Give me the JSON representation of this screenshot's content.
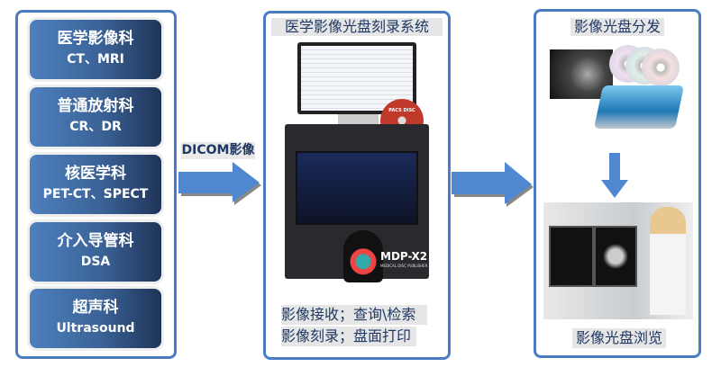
{
  "departments": [
    {
      "name": "医学影像科",
      "modalities": "CT、MRI"
    },
    {
      "name": "普通放射科",
      "modalities": "CR、DR"
    },
    {
      "name": "核医学科",
      "modalities": "PET-CT、SPECT"
    },
    {
      "name": "介入导管科",
      "modalities": "DSA"
    },
    {
      "name": "超声科",
      "modalities": "Ultrasound"
    }
  ],
  "arrow1_label": "DICOM影像",
  "middle": {
    "title": "医学影像光盘刻录系统",
    "disc_label": "PACS DISC",
    "device_model": "MDP-X2",
    "device_subtitle": "MEDICAL DISC PUBLISHER",
    "functions": [
      "影像接收；查询\\检索",
      "影像刻录；盘面打印"
    ]
  },
  "right": {
    "title": "影像光盘分发",
    "bottom_label": "影像光盘浏览"
  },
  "colors": {
    "accent": "#4a7cc4",
    "arrow": "#4f87d0",
    "box_dark": "#1f3458"
  }
}
